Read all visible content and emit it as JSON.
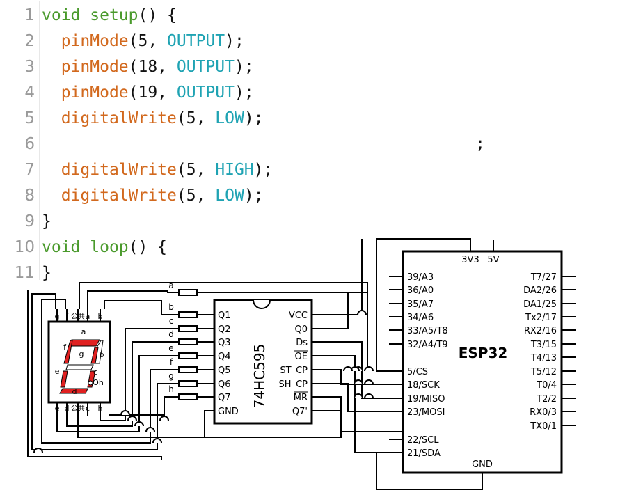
{
  "code": {
    "lines": [
      {
        "num": "1",
        "tokens": [
          {
            "t": "void",
            "c": "kw"
          },
          {
            "t": " ",
            "c": "pun"
          },
          {
            "t": "setup",
            "c": "kw"
          },
          {
            "t": "() {",
            "c": "pun"
          }
        ]
      },
      {
        "num": "2",
        "tokens": [
          {
            "t": "  ",
            "c": "pun"
          },
          {
            "t": "pinMode",
            "c": "fn"
          },
          {
            "t": "(5, ",
            "c": "pun"
          },
          {
            "t": "OUTPUT",
            "c": "cst"
          },
          {
            "t": ");",
            "c": "pun"
          }
        ]
      },
      {
        "num": "3",
        "tokens": [
          {
            "t": "  ",
            "c": "pun"
          },
          {
            "t": "pinMode",
            "c": "fn"
          },
          {
            "t": "(18, ",
            "c": "pun"
          },
          {
            "t": "OUTPUT",
            "c": "cst"
          },
          {
            "t": ");",
            "c": "pun"
          }
        ]
      },
      {
        "num": "4",
        "tokens": [
          {
            "t": "  ",
            "c": "pun"
          },
          {
            "t": "pinMode",
            "c": "fn"
          },
          {
            "t": "(19, ",
            "c": "pun"
          },
          {
            "t": "OUTPUT",
            "c": "cst"
          },
          {
            "t": ");",
            "c": "pun"
          }
        ]
      },
      {
        "num": "5",
        "tokens": [
          {
            "t": "  ",
            "c": "pun"
          },
          {
            "t": "digitalWrite",
            "c": "fn"
          },
          {
            "t": "(5, ",
            "c": "pun"
          },
          {
            "t": "LOW",
            "c": "cst"
          },
          {
            "t": ");",
            "c": "pun"
          }
        ]
      },
      {
        "num": "6",
        "tokens": [
          {
            "t": "                                             ;",
            "c": "pun"
          }
        ]
      },
      {
        "num": "7",
        "tokens": [
          {
            "t": "  ",
            "c": "pun"
          },
          {
            "t": "digitalWrite",
            "c": "fn"
          },
          {
            "t": "(5, ",
            "c": "pun"
          },
          {
            "t": "HIGH",
            "c": "cst"
          },
          {
            "t": ");",
            "c": "pun"
          }
        ]
      },
      {
        "num": "8",
        "tokens": [
          {
            "t": "  ",
            "c": "pun"
          },
          {
            "t": "digitalWrite",
            "c": "fn"
          },
          {
            "t": "(5, ",
            "c": "pun"
          },
          {
            "t": "LOW",
            "c": "cst"
          },
          {
            "t": ");",
            "c": "pun"
          }
        ]
      },
      {
        "num": "9",
        "tokens": [
          {
            "t": "}",
            "c": "pun"
          }
        ]
      },
      {
        "num": "10",
        "tokens": [
          {
            "t": "void",
            "c": "kw"
          },
          {
            "t": " ",
            "c": "pun"
          },
          {
            "t": "loop",
            "c": "kw"
          },
          {
            "t": "() {",
            "c": "pun"
          }
        ]
      },
      {
        "num": "11",
        "tokens": [
          {
            "t": "}",
            "c": "pun"
          }
        ]
      }
    ]
  },
  "colors": {
    "keyword": "#4a9a2c",
    "function": "#d2691e",
    "constant": "#1fa3b3",
    "segment_on": "#e02020",
    "line_number": "#9a9a9a"
  },
  "display": {
    "top_pins": [
      "g",
      "f",
      "公共",
      "a",
      "b"
    ],
    "bottom_pins": [
      "e",
      "d",
      "公共",
      "c",
      "h"
    ],
    "segment_labels": {
      "a": "a",
      "b": "b",
      "c": "c",
      "d": "d",
      "e": "e",
      "f": "f",
      "g": "g",
      "h": "Oh"
    },
    "lit_digit": "0"
  },
  "shift_register": {
    "name": "74HC595",
    "left_pins": [
      "Q1",
      "Q2",
      "Q3",
      "Q4",
      "Q5",
      "Q6",
      "Q7",
      "GND"
    ],
    "right_pins": [
      "VCC",
      "Q0",
      "Ds",
      "OE",
      "ST_CP",
      "SH_CP",
      "MR",
      "Q7'"
    ]
  },
  "wire_labels": [
    "a",
    "b",
    "c",
    "d",
    "e",
    "f",
    "g",
    "h"
  ],
  "esp32": {
    "name": "ESP32",
    "top_pins": [
      "3V3",
      "5V"
    ],
    "left_pins": [
      "39/A3",
      "36/A0",
      "35/A7",
      "34/A6",
      "33/A5/T8",
      "32/A4/T9",
      "",
      "5/CS",
      "18/SCK",
      "19/MISO",
      "23/MOSI",
      "",
      "22/SCL",
      "21/SDA"
    ],
    "right_pins": [
      "T7/27",
      "DA2/26",
      "DA1/25",
      "Tx2/17",
      "RX2/16",
      "T3/15",
      "T4/13",
      "T5/12",
      "T0/4",
      "T2/2",
      "RX0/3",
      "TX0/1"
    ],
    "bottom_pin": "GND"
  }
}
